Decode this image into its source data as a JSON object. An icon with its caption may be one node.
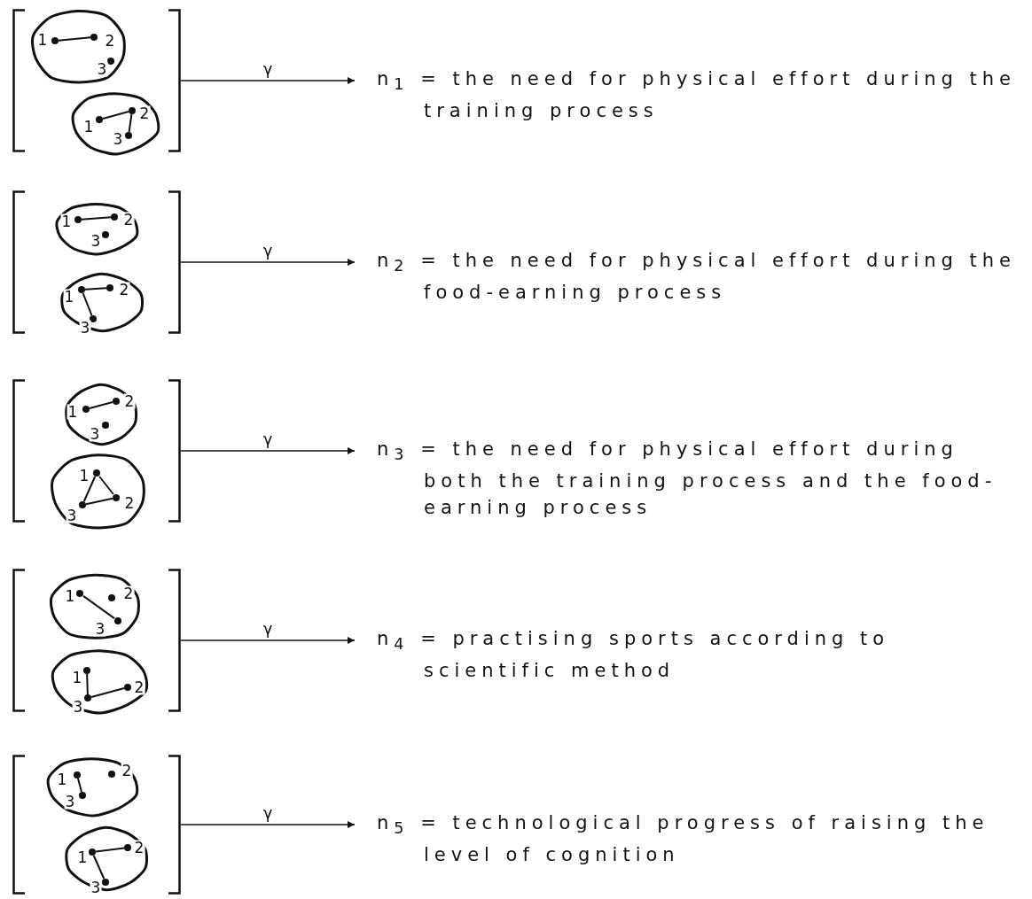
{
  "diagram": {
    "nodes": [
      {
        "text": [],
        "shape": "bracket"
      },
      {
        "text": [],
        "shape": "blob",
        "in": 0
      },
      {
        "text": [
          "1"
        ],
        "in": 1
      },
      {
        "text": [
          "2"
        ],
        "in": 1
      },
      {
        "text": [
          "3"
        ],
        "in": 1
      },
      {
        "text": [],
        "shape": "blob",
        "in": 0
      },
      {
        "text": [
          "1"
        ],
        "in": 5
      },
      {
        "text": [
          "2"
        ],
        "in": 5
      },
      {
        "text": [
          "3"
        ],
        "in": 5
      },
      {
        "text": [
          "n$_{1}$ = the need for physical effort during the training process"
        ]
      },
      {
        "text": [],
        "shape": "bracket"
      },
      {
        "text": [],
        "shape": "blob",
        "in": 10
      },
      {
        "text": [
          "1"
        ],
        "in": 11
      },
      {
        "text": [
          "2"
        ],
        "in": 11
      },
      {
        "text": [
          "3"
        ],
        "in": 11
      },
      {
        "text": [],
        "shape": "blob",
        "in": 10
      },
      {
        "text": [
          "1"
        ],
        "in": 15
      },
      {
        "text": [
          "2"
        ],
        "in": 15
      },
      {
        "text": [
          "3"
        ],
        "in": 15
      },
      {
        "text": [
          "n$_{2}$ = the need for physical effort during the food-earning process"
        ]
      },
      {
        "text": [],
        "shape": "bracket"
      },
      {
        "text": [],
        "shape": "blob",
        "in": 20
      },
      {
        "text": [
          "1"
        ],
        "in": 21
      },
      {
        "text": [
          "2"
        ],
        "in": 21
      },
      {
        "text": [
          "3"
        ],
        "in": 21
      },
      {
        "text": [],
        "shape": "blob",
        "in": 20
      },
      {
        "text": [
          "1"
        ],
        "in": 25
      },
      {
        "text": [
          "2"
        ],
        "in": 25
      },
      {
        "text": [
          "3"
        ],
        "in": 25
      },
      {
        "text": [
          "n$_{3}$ = the need for physical effort during both the training process and the food-earning process"
        ]
      },
      {
        "text": [],
        "shape": "bracket"
      },
      {
        "text": [],
        "shape": "blob",
        "in": 30
      },
      {
        "text": [
          "1"
        ],
        "in": 31
      },
      {
        "text": [
          "2"
        ],
        "in": 31
      },
      {
        "text": [
          "3"
        ],
        "in": 31
      },
      {
        "text": [],
        "shape": "blob",
        "in": 30
      },
      {
        "text": [
          "1"
        ],
        "in": 35
      },
      {
        "text": [
          "2"
        ],
        "in": 35
      },
      {
        "text": [
          "3"
        ],
        "in": 35
      },
      {
        "text": [
          "n$_{4}$ = practising sports according to scientific method"
        ]
      },
      {
        "text": [],
        "shape": "bracket"
      },
      {
        "text": [],
        "shape": "blob",
        "in": 40
      },
      {
        "text": [
          "1"
        ],
        "in": 41
      },
      {
        "text": [
          "2"
        ],
        "in": 41
      },
      {
        "text": [
          "3"
        ],
        "in": 41
      },
      {
        "text": [],
        "shape": "blob",
        "in": 40
      },
      {
        "text": [
          "1"
        ],
        "in": 45
      },
      {
        "text": [
          "2"
        ],
        "in": 45
      },
      {
        "text": [
          "3"
        ],
        "in": 45
      },
      {
        "text": [
          "n$_{5}$ = technological progress of raising the level of cognition"
        ]
      }
    ],
    "edges": [
      {
        "from": 2,
        "to": 3,
        "arrow": "none"
      },
      {
        "from": 6,
        "to": 7,
        "arrow": "none"
      },
      {
        "from": 7,
        "to": 8,
        "arrow": "none"
      },
      {
        "from": 0,
        "to": 9,
        "arrow": "to",
        "label": "γ"
      },
      {
        "from": 12,
        "to": 13,
        "arrow": "none"
      },
      {
        "from": 16,
        "to": 17,
        "arrow": "none"
      },
      {
        "from": 16,
        "to": 18,
        "arrow": "none"
      },
      {
        "from": 10,
        "to": 19,
        "arrow": "to",
        "label": "γ"
      },
      {
        "from": 22,
        "to": 23,
        "arrow": "none"
      },
      {
        "from": 26,
        "to": 27,
        "arrow": "none"
      },
      {
        "from": 27,
        "to": 28,
        "arrow": "none"
      },
      {
        "from": 28,
        "to": 26,
        "arrow": "none"
      },
      {
        "from": 20,
        "to": 29,
        "arrow": "to",
        "label": "γ"
      },
      {
        "from": 32,
        "to": 34,
        "arrow": "none"
      },
      {
        "from": 36,
        "to": 38,
        "arrow": "none"
      },
      {
        "from": 38,
        "to": 37,
        "arrow": "none"
      },
      {
        "from": 30,
        "to": 39,
        "arrow": "to",
        "label": "γ"
      },
      {
        "from": 42,
        "to": 44,
        "arrow": "none"
      },
      {
        "from": 46,
        "to": 47,
        "arrow": "none"
      },
      {
        "from": 46,
        "to": 48,
        "arrow": "none"
      },
      {
        "from": 40,
        "to": 49,
        "arrow": "to",
        "label": "γ"
      }
    ]
  }
}
